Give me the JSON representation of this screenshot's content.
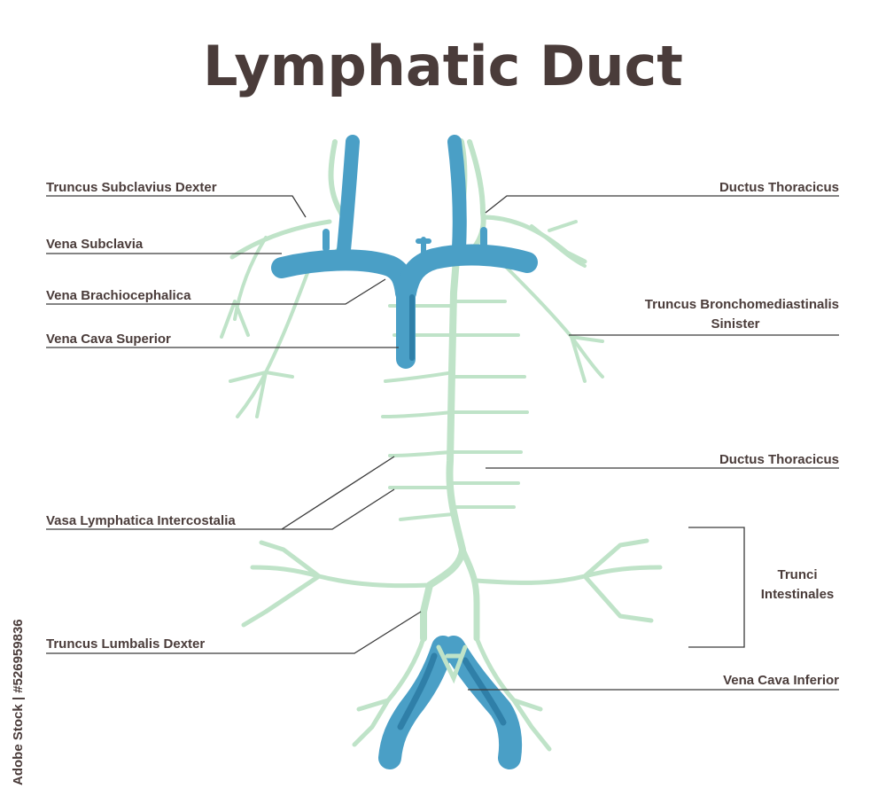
{
  "title": "Lymphatic Duct",
  "labels": {
    "truncus_subclavius_dexter": "Truncus Subclavius Dexter",
    "vena_subclavia": "Vena Subclavia",
    "vena_brachiocephalica": "Vena Brachiocephalica",
    "vena_cava_superior": "Vena Cava Superior",
    "vasa_lymphatica_intercostalia": "Vasa Lymphatica Intercostalia",
    "truncus_lumbalis_dexter": "Truncus Lumbalis Dexter",
    "ductus_thoracicus_top": "Ductus Thoracicus",
    "truncus_bronchomediastinalis_line1": "Truncus Bronchomediastinalis",
    "truncus_bronchomediastinalis_line2": "Sinister",
    "ductus_thoracicus_mid": "Ductus Thoracicus",
    "trunci_intestinales_line1": "Trunci",
    "trunci_intestinales_line2": "Intestinales",
    "vena_cava_inferior": "Vena Cava Inferior"
  },
  "watermark": "Adobe Stock | #526959836",
  "colors": {
    "vein": "#4a9fc6",
    "vein_dark": "#2f7fa8",
    "lymph": "#bfe3c8",
    "lymph_stroke": "#a9d8b6",
    "text": "#4a3c3a",
    "leader_line": "#3a3a3a"
  }
}
